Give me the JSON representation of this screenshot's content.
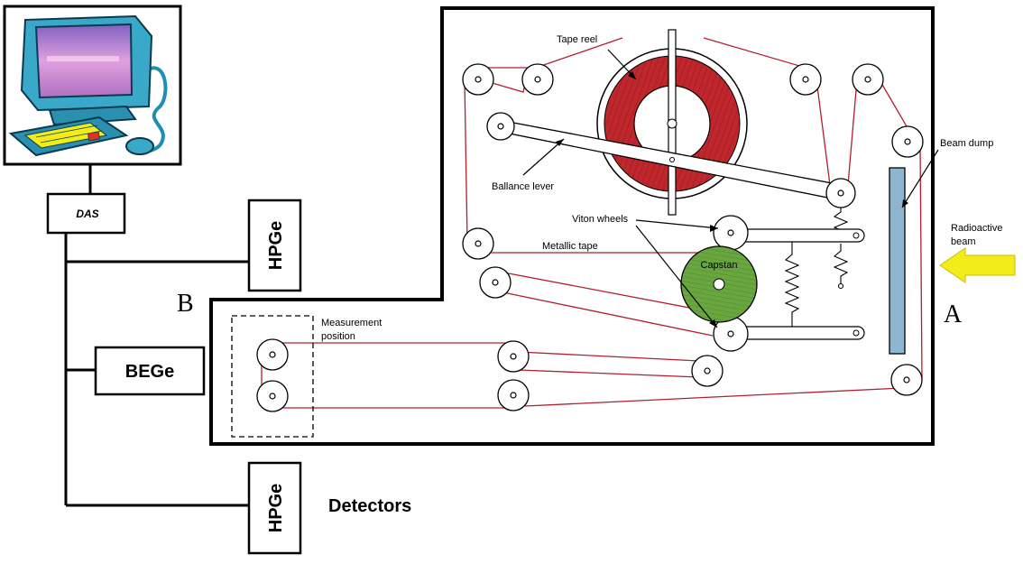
{
  "labels": {
    "das": "DAS",
    "hpge_top": "HPGe",
    "bege": "BEGe",
    "hpge_bottom": "HPGe",
    "detectors": "Detectors",
    "point_b": "B",
    "point_a": "A",
    "tape_reel": "Tape reel",
    "ballance_lever": "Ballance lever",
    "viton_wheels": "Viton wheels",
    "metallic_tape": "Metallic tape",
    "capstan": "Capstan",
    "measurement_position_line1": "Measurement",
    "measurement_position_line2": "position",
    "beam_dump": "Beam dump",
    "radioactive_beam_line1": "Radioactive",
    "radioactive_beam_line2": "beam"
  },
  "colors": {
    "tape": "#b22030",
    "reel": "#c0272d",
    "capstan": "#6aa640",
    "beam_dump": "#8fb6d0",
    "beam_arrow": "#f2ec1a",
    "computer_body": "#3aa8c8",
    "computer_screen": "#c070c0"
  }
}
